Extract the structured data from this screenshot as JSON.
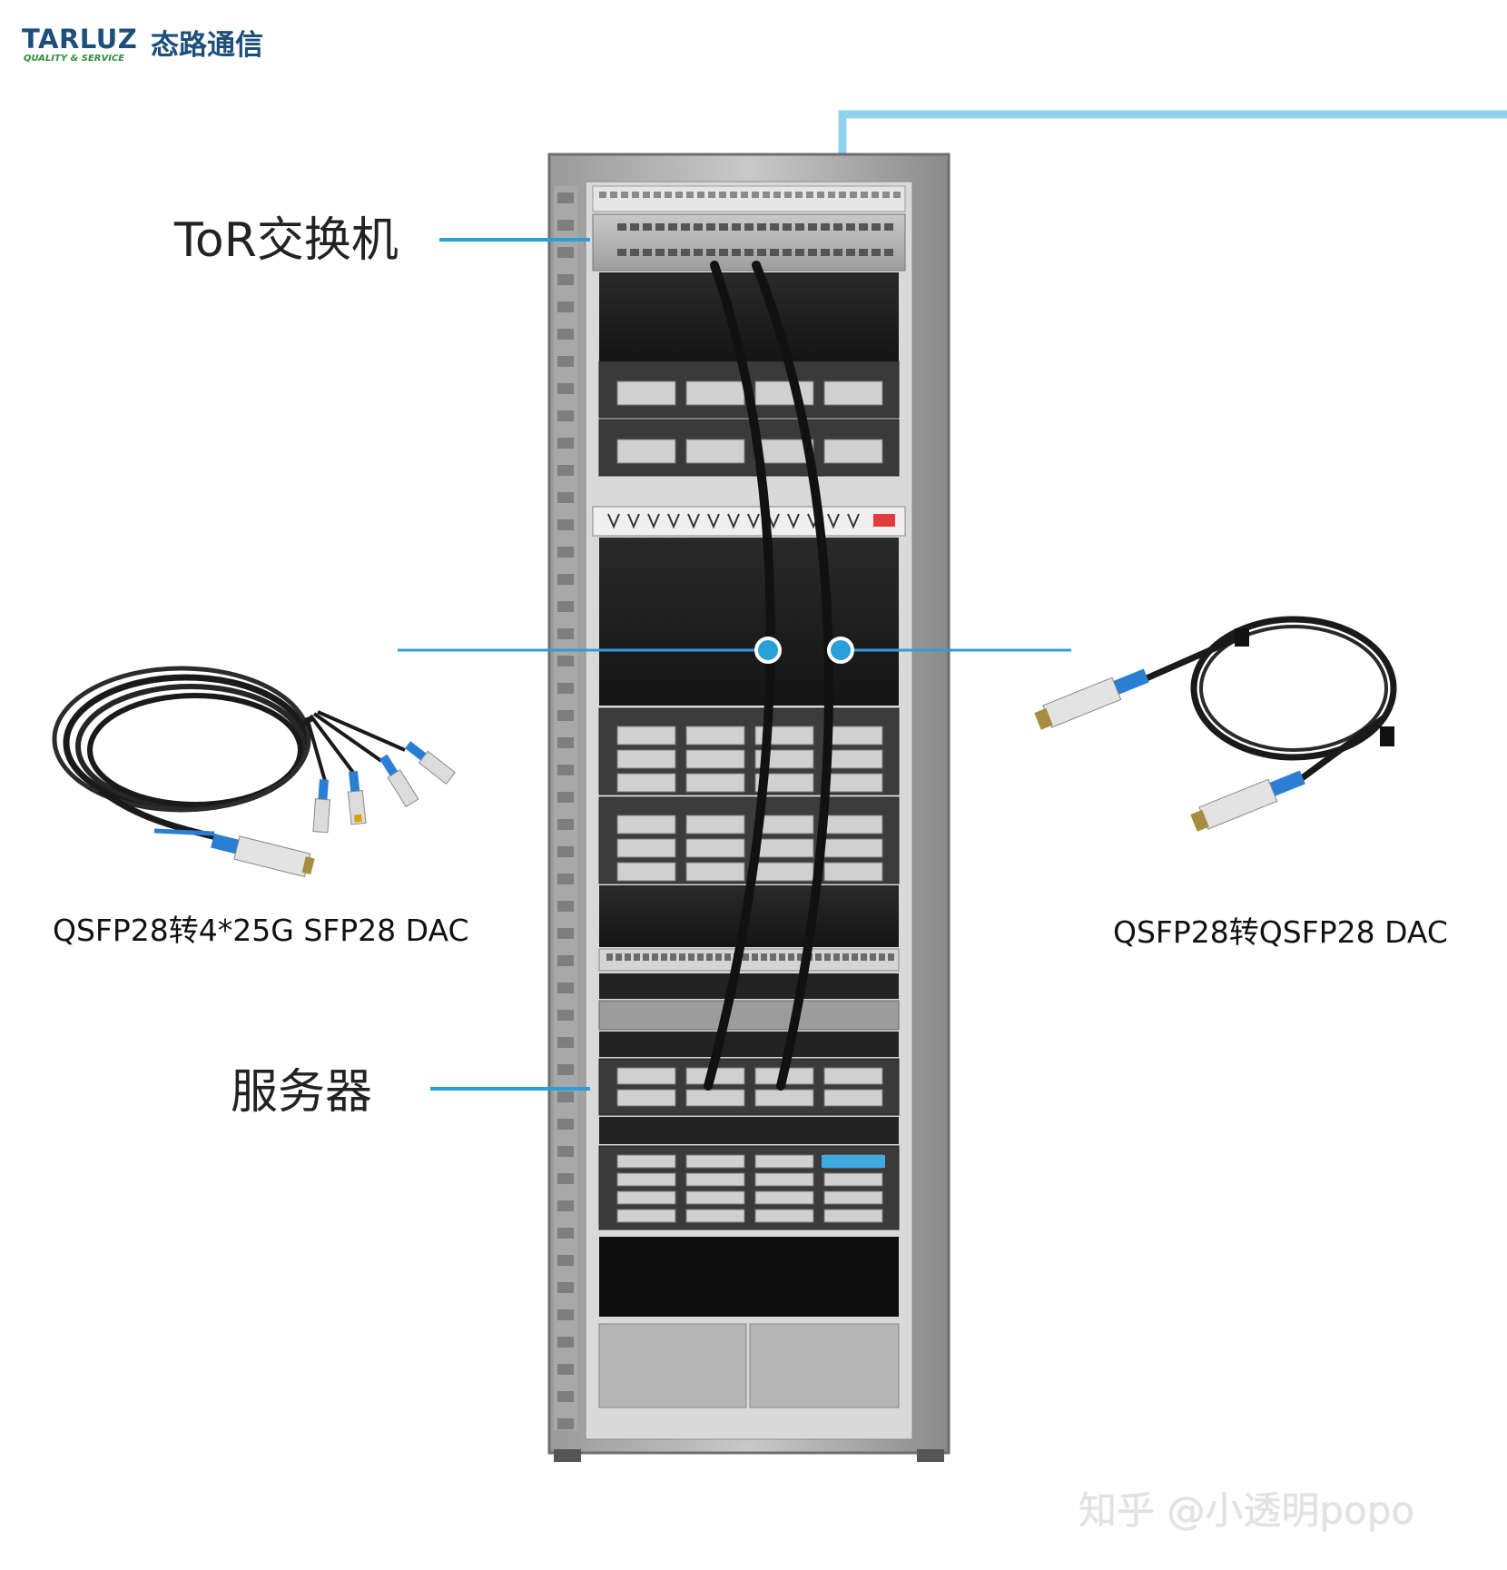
{
  "logo": {
    "brand": "TARLUZ",
    "tagline": "QUALITY & SERVICE",
    "cn": "态路通信"
  },
  "labels": {
    "tor_switch": "ToR交换机",
    "server": "服务器",
    "breakout_dac": "QSFP28转4*25G SFP28 DAC",
    "direct_dac": "QSFP28转QSFP28 DAC"
  },
  "watermark": "知乎 @小透明popo",
  "colors": {
    "leader_line": "#2a9fd8",
    "top_bar": "#8fd0ec",
    "cable": "#111111",
    "module_blue": "#2a7fd4",
    "rack_frame": "#8d8d8d"
  }
}
